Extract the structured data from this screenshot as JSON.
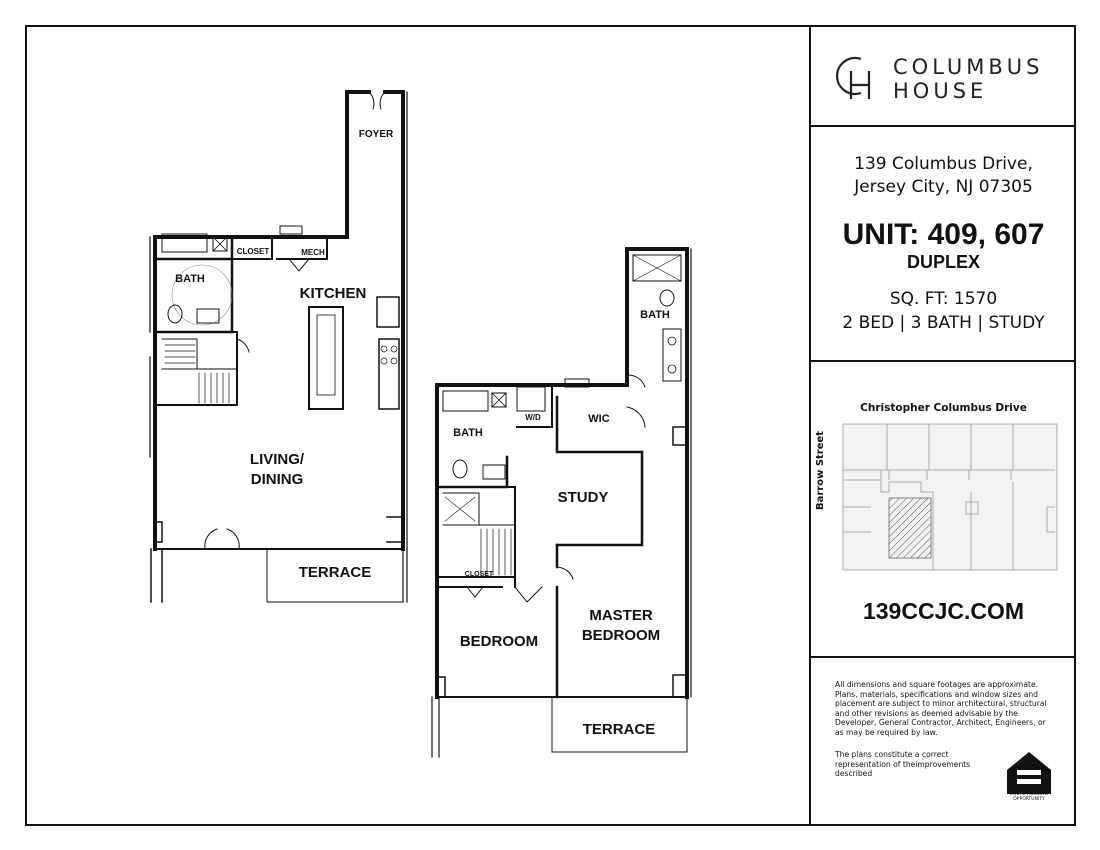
{
  "brand": {
    "logo_mark": "CH",
    "line1": "COLUMBUS",
    "line2": "HOUSE"
  },
  "address": {
    "line1": "139 Columbus Drive,",
    "line2": "Jersey City, NJ 07305"
  },
  "unit": {
    "title": "UNIT: 409, 607",
    "type": "DUPLEX",
    "sqft": "SQ. FT: 1570",
    "config": "2 BED | 3 BATH | STUDY"
  },
  "keyplan": {
    "street_top": "Christopher Columbus Drive",
    "street_left": "Barrow Street"
  },
  "website": "139CCJC.COM",
  "legal": {
    "p1": "All dimensions and square footages are approximate. Plans, materials, specifications and window sizes and placement are subject to minor architectural, structural and other revisions as deemed advisable by the Developer, General Contractor, Architect, Engineers, or as may be required by law.",
    "p2": "The plans constitute a correct representation of theimprovements described",
    "eho_caption": "EQUAL HOUSING OPPORTUNITY"
  },
  "lower_level": {
    "foyer": "FOYER",
    "closet": "CLOSET",
    "mech": "MECH",
    "bath": "BATH",
    "kitchen": "KITCHEN",
    "living": "LIVING/",
    "dining": "DINING",
    "terrace": "TERRACE"
  },
  "upper_level": {
    "bath_upper": "BATH",
    "bath_left": "BATH",
    "wd": "W/D",
    "wic": "WIC",
    "study": "STUDY",
    "closet": "CLOSET",
    "master1": "MASTER",
    "master2": "BEDROOM",
    "bedroom": "BEDROOM",
    "terrace": "TERRACE"
  }
}
